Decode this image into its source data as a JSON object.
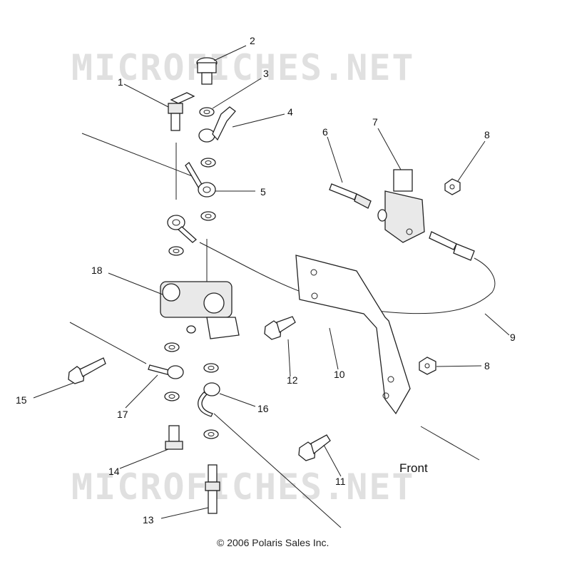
{
  "watermark": "MICROFICHES.NET",
  "front_label": "Front",
  "copyright": "© 2006 Polaris Sales Inc.",
  "callouts": {
    "c1": "1",
    "c2": "2",
    "c3": "3",
    "c4": "4",
    "c5": "5",
    "c6": "6",
    "c7": "7",
    "c8a": "8",
    "c8b": "8",
    "c9": "9",
    "c10": "10",
    "c11": "11",
    "c12": "12",
    "c13": "13",
    "c14": "14",
    "c15": "15",
    "c16": "16",
    "c17": "17",
    "c18": "18"
  }
}
